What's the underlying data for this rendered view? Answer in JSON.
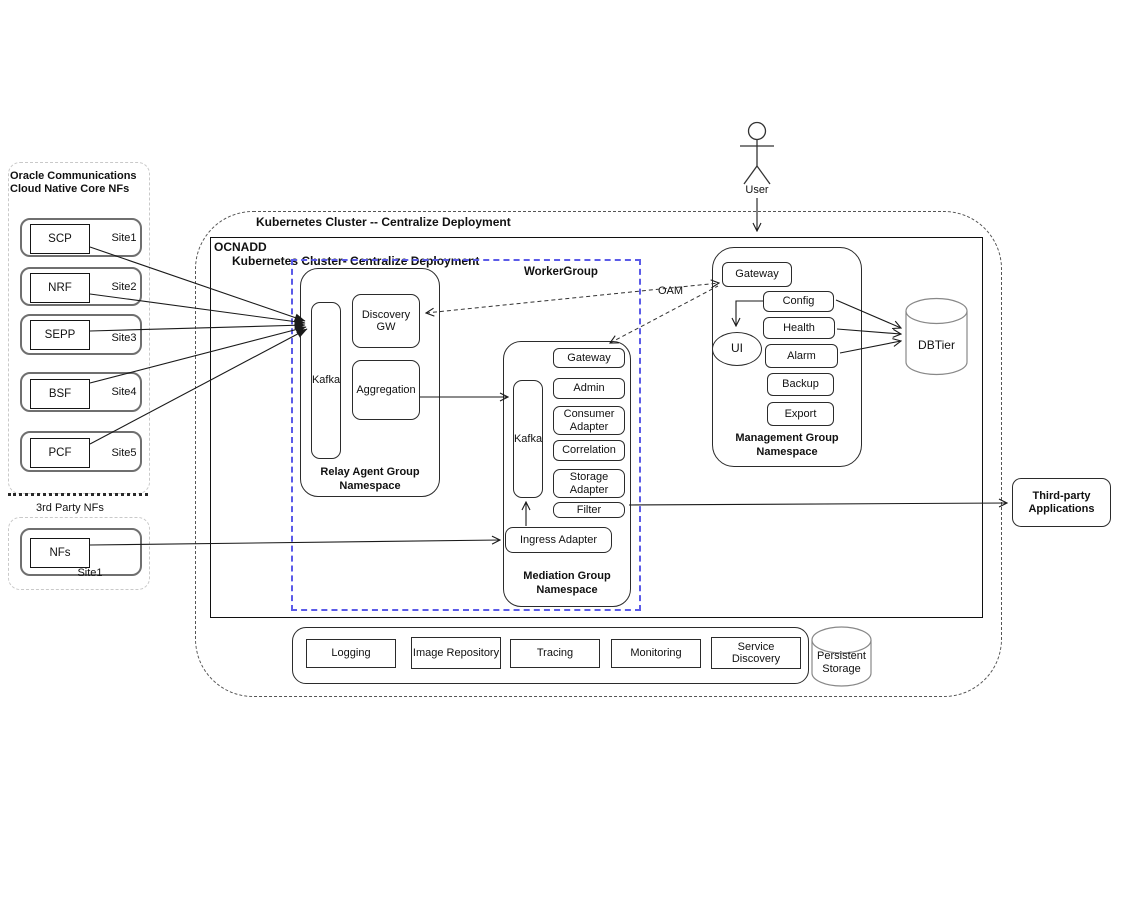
{
  "palette": {
    "worker_group_border": "#5b5be8",
    "line_color": "#1a1a1a",
    "nf_card_border": "#6f6f6f",
    "cylinder_stroke": "#888888"
  },
  "left_panel": {
    "title": "Oracle Communications Cloud Native Core NFs",
    "core_nfs": [
      {
        "nf": "SCP",
        "site": "Site1"
      },
      {
        "nf": "NRF",
        "site": "Site2"
      },
      {
        "nf": "SEPP",
        "site": "Site3"
      },
      {
        "nf": "BSF",
        "site": "Site4"
      },
      {
        "nf": "PCF",
        "site": "Site5"
      }
    ],
    "third_party_label": "3rd Party NFs",
    "third_party_nf": {
      "nf": "NFs",
      "site": "Site1"
    }
  },
  "cluster": {
    "outer_label": "Kubernetes Cluster -- Centralize Deployment",
    "ocnadd_label": "OCNADD",
    "inner_label": "Kubernetes Cluster- Centralize Deployment"
  },
  "worker_group": {
    "label": "WorkerGroup",
    "relay": {
      "kafka": "Kafka",
      "discovery_gw": "Discovery GW",
      "aggregation": "Aggregation",
      "label": "Relay Agent Group Namespace"
    },
    "mediation": {
      "kafka": "Kafka",
      "services": [
        "Gateway",
        "Admin",
        "Consumer Adapter",
        "Correlation",
        "Storage Adapter",
        "Filter"
      ],
      "ingress_adapter": "Ingress Adapter",
      "label": "Mediation Group Namespace"
    }
  },
  "management": {
    "gateway": "Gateway",
    "ui": "UI",
    "services": [
      "Config",
      "Health",
      "Alarm",
      "Backup",
      "Export"
    ],
    "label": "Management Group Namespace"
  },
  "oam_label": "OAM",
  "user_label": "User",
  "dbtier_label": "DBTier",
  "infra": {
    "services": [
      "Logging",
      "Image Repository",
      "Tracing",
      "Monitoring",
      "Service Discovery"
    ],
    "persistent_storage": "Persistent Storage"
  },
  "third_party_apps": "Third-party Applications"
}
